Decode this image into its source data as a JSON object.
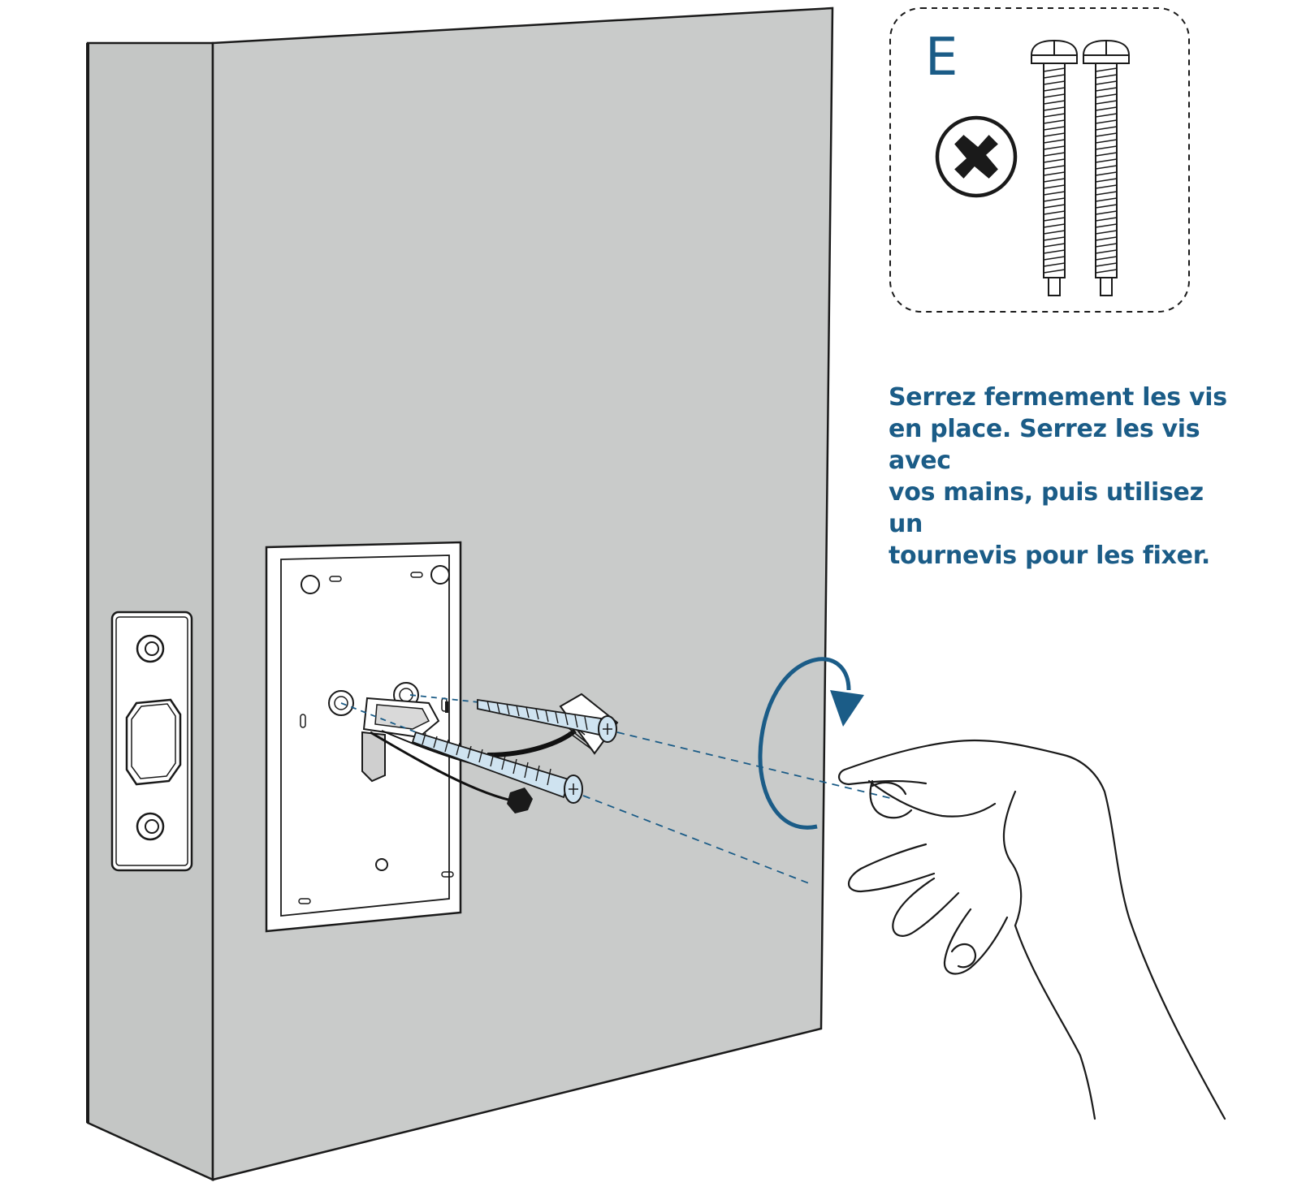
{
  "parts_box": {
    "letter": "E",
    "driver_icon": "phillips-screwdriver-icon",
    "screw_icon": "machine-screw-icon",
    "screw_count": 2
  },
  "instruction": "Serrez fermement les vis\nen place. Serrez les vis avec\nvos mains, puis utilisez un\ntournevis pour les fixer.",
  "colors": {
    "accent": "#1b5c87",
    "door": "#c9cbca",
    "door_edge": "#c4c6c5",
    "outline": "#1a1a1a",
    "screw_fill": "#cfe3f0"
  },
  "icons": [
    "rotation-arrow-icon",
    "hand-icon",
    "screw-icon",
    "wire-connector-icon",
    "latch-icon"
  ]
}
